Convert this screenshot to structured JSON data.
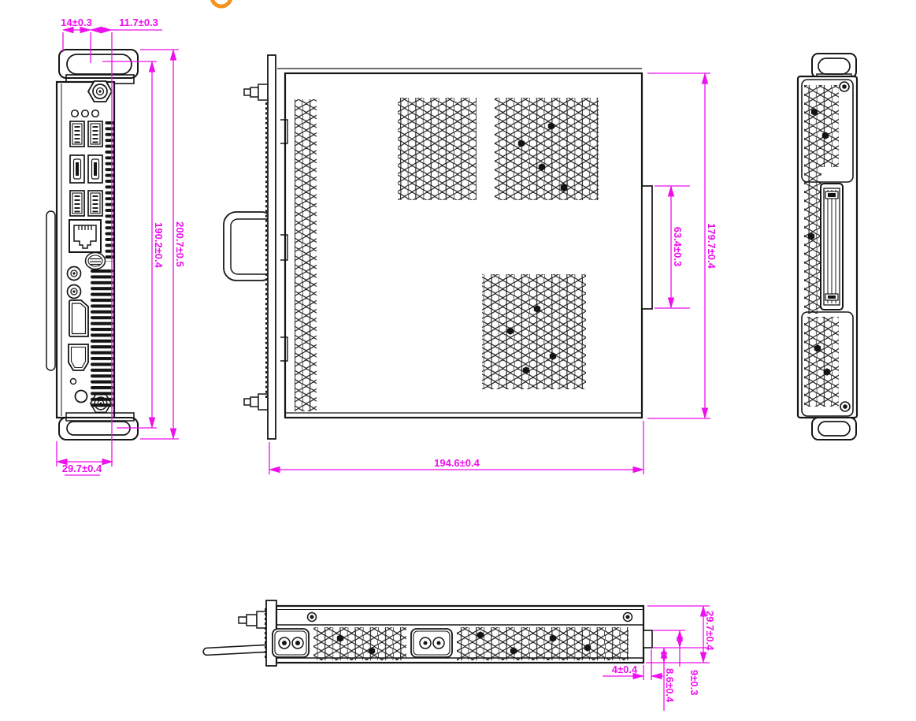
{
  "drawing": {
    "type": "mechanical-dimension-drawing",
    "subject": "OPS module enclosure, four orthographic views",
    "colors": {
      "line": "#161616",
      "dimension": "#ED0FED",
      "watermark": "#F5921E",
      "background": "#FFFFFF"
    }
  },
  "dims": {
    "front_tab_edge": "14±0.3",
    "front_tab_slot": "11.7±0.3",
    "front_height_outer": "200.7±0.5",
    "front_height_inner": "190.2±0.4",
    "front_depth": "29.7±0.4",
    "top_width": "194.6±0.4",
    "top_depth": "179.7±0.4",
    "top_connector_length": "63.4±0.3",
    "side_height": "29.7±0.4",
    "side_connector_inset": "4±0.4",
    "side_connector_drop": "8.6±0.4",
    "side_connector_height": "9±0.3"
  }
}
